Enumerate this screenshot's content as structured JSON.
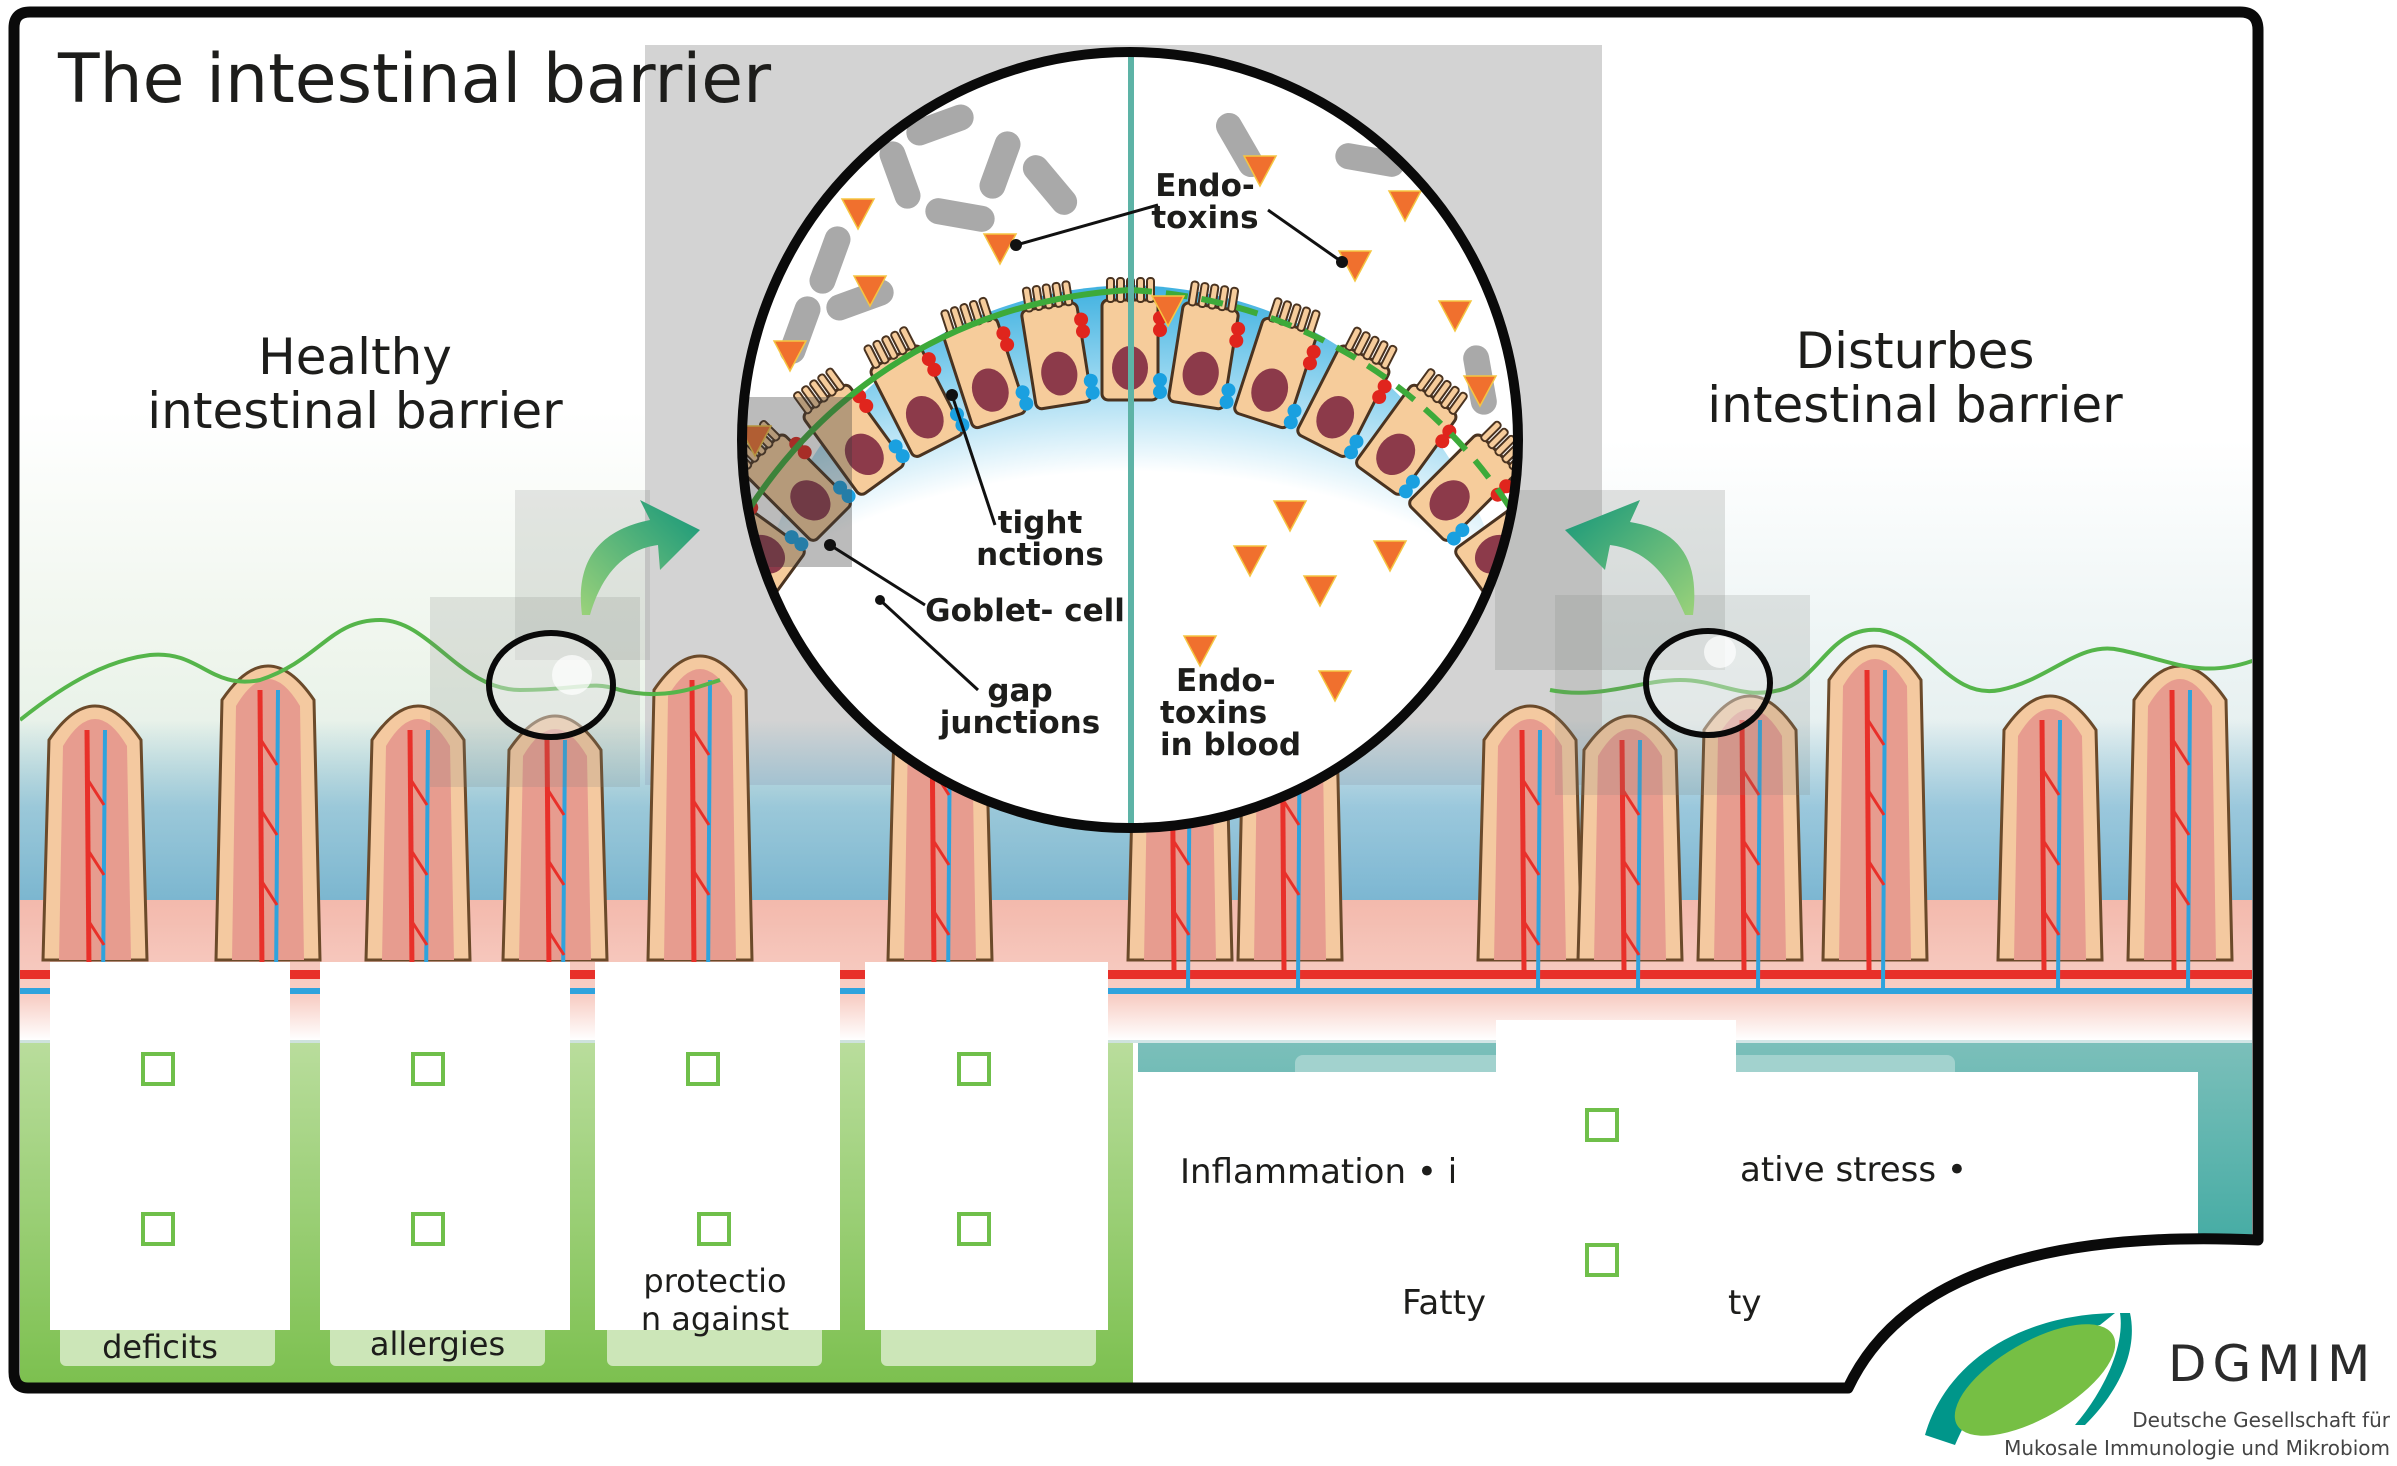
{
  "title": "The intestinal barrier",
  "healthy_label": {
    "line1": "Healthy",
    "line2": "intestinal barrier"
  },
  "disturbed_label": {
    "line1": "Disturbes",
    "line2": "intestinal barrier"
  },
  "magnified_view": {
    "labels": {
      "endotoxins_top": {
        "line1": "Endo-",
        "line2": "toxins"
      },
      "tight_junctions": {
        "line1": "tight",
        "line2": "nctions"
      },
      "goblet_cell": "Goblet- cell",
      "gap_junctions": {
        "line1": "gap",
        "line2": "junctions"
      },
      "endotoxins_blood": {
        "line1": "Endo-",
        "line2": "toxins",
        "line3": "in blood"
      }
    }
  },
  "healthy_effects": {
    "cards": [
      {
        "label": "deficits"
      },
      {
        "label": "allergies"
      },
      {
        "label_line1": "protectio",
        "label_line2": "n against"
      },
      {
        "label": ""
      }
    ]
  },
  "disturbed_effects": {
    "line1_left": "Inflammation • i",
    "line1_right": "ative stress •",
    "line2_left": "Fatty",
    "line2_right": "ty"
  },
  "logo": {
    "acronym": "DGMIM",
    "line1": "Deutsche Gesellschaft für",
    "line2": "Mukosale Immunologie und Mikrobiom"
  },
  "colors": {
    "frame": "#0a0a0a",
    "healthy_green": "#7cc04f",
    "disturbed_teal": "#1f9e94",
    "artery_red": "#e8302a",
    "vein_blue": "#2fa3dd",
    "endotoxin_orange": "#f0702e",
    "mucus_green_line": "#43ab3f"
  }
}
